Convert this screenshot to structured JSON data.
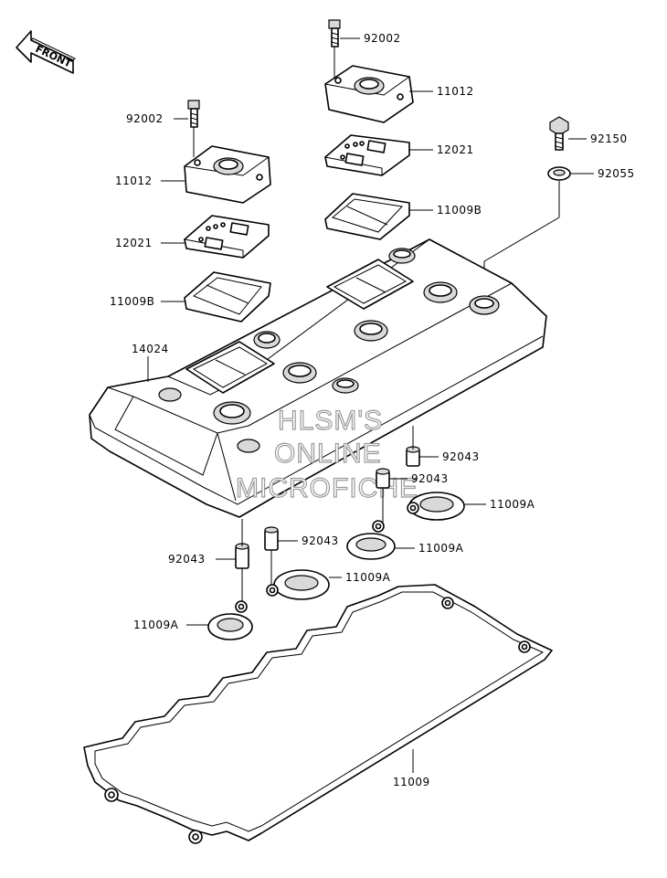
{
  "front_arrow": {
    "label": "FRONT",
    "icon": "front-arrow-icon"
  },
  "watermark": [
    "HLSM'S",
    "ONLINE",
    "MICROFICHE"
  ],
  "labels": {
    "bolt_top_right_cap": "92002",
    "cap_top_right": "11012",
    "plate_top_right": "12021",
    "gasket_top_right": "11009B",
    "bolt_left_cap": "92002",
    "cap_left": "11012",
    "plate_left": "12021",
    "gasket_left": "11009B",
    "cover": "14024",
    "bolt_far_right": "92150",
    "washer_far_right": "92055",
    "dowel_right_1": "92043",
    "dowel_right_2": "92043",
    "oring_right_1": "11009A",
    "oring_right_2": "11009A",
    "dowel_left_1": "92043",
    "dowel_left_2": "92043",
    "oring_left_1": "11009A",
    "oring_left_2": "11009A",
    "main_gasket": "11009"
  }
}
